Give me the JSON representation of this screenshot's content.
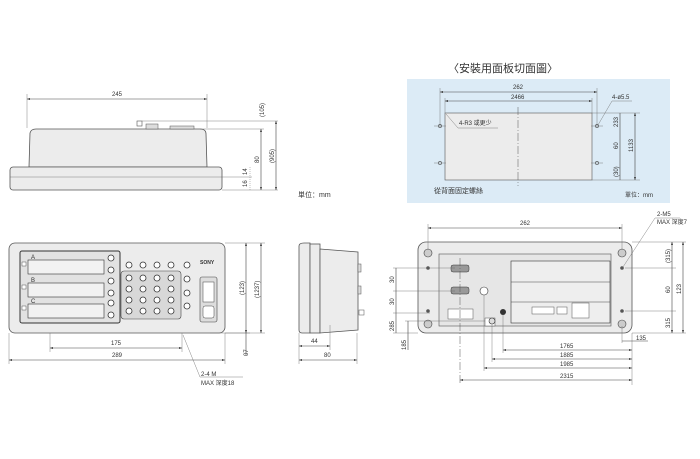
{
  "top_view": {
    "width_dim": "245",
    "dim_105": "(105)",
    "dim_80": "80",
    "dim_905": "(905)",
    "dim_14": "14",
    "dim_16": "16",
    "unit": "単位：mm"
  },
  "cutout": {
    "title": "〈安裝用面板切面圖〉",
    "dim_262": "262",
    "dim_2466": "2466",
    "hole_spec": "4-ø5.5",
    "corner_spec": "4-R3 或更少",
    "dim_233": "233",
    "dim_60": "60",
    "dim_30": "(30)",
    "dim_1133": "1133",
    "note": "從背面固定螺絲",
    "unit": "單位：mm",
    "bg_color": "#dcebf6"
  },
  "front_view": {
    "brand": "SONY",
    "axes": [
      "A",
      "B",
      "C"
    ],
    "dim_175": "175",
    "dim_289": "289",
    "dim_123": "(123)",
    "dim_1237": "(1237)",
    "dim_07": "07",
    "screw_spec": "2-4 M",
    "screw_depth": "MAX 深度18"
  },
  "side_view": {
    "dim_44": "44",
    "dim_80": "80"
  },
  "rear_view": {
    "dim_262": "262",
    "screw_spec": "2-M5",
    "screw_depth": "MAX 深度7",
    "left_dims": [
      "30",
      "30",
      "285",
      "185"
    ],
    "right_dims": [
      "(315)",
      "60",
      "315",
      "123"
    ],
    "dim_135": "135",
    "bottom_dims": [
      "1765",
      "1885",
      "1985",
      "2315"
    ]
  }
}
